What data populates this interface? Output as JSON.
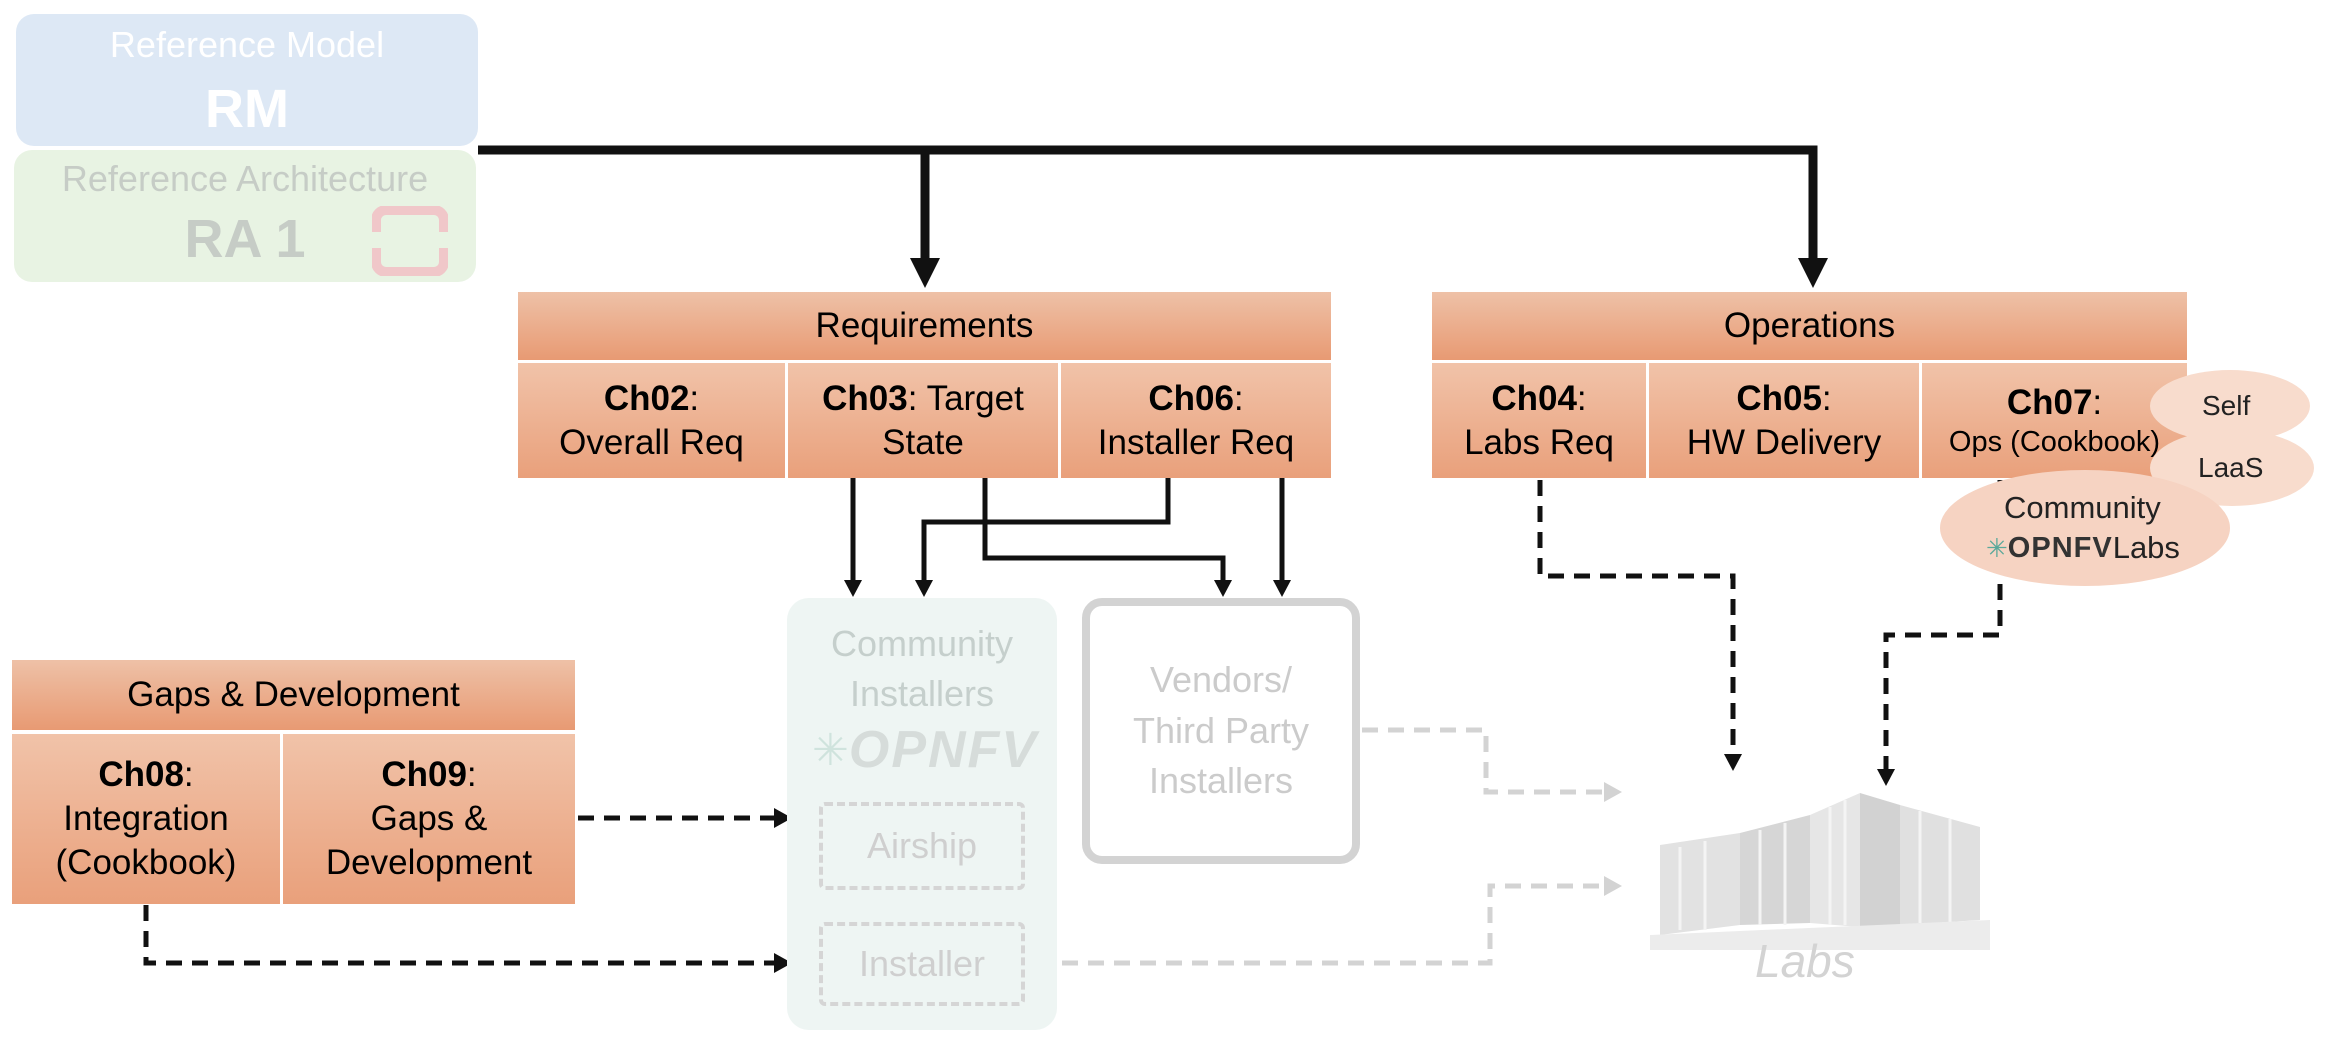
{
  "rm": {
    "title": "Reference Model",
    "abbr": "RM"
  },
  "ra": {
    "title": "Reference Architecture",
    "abbr": "RA 1"
  },
  "requirements": {
    "header": "Requirements",
    "cells": [
      {
        "bold": "Ch02",
        "rest1": ":",
        "line2": "Overall Req"
      },
      {
        "bold": "Ch03",
        "rest1": ": Target",
        "line2": "State"
      },
      {
        "bold": "Ch06",
        "rest1": ":",
        "line2": "Installer Req"
      }
    ]
  },
  "operations": {
    "header": "Operations",
    "cells": [
      {
        "bold": "Ch04",
        "rest1": ":",
        "line2": "Labs Req"
      },
      {
        "bold": "Ch05",
        "rest1": ":",
        "line2": "HW Delivery"
      },
      {
        "bold": "Ch07",
        "rest1": ":",
        "line2": "Ops (Cookbook)"
      }
    ]
  },
  "gaps": {
    "header": "Gaps & Development",
    "cells": [
      {
        "bold": "Ch08",
        "rest1": ":",
        "line2": "Integration",
        "line3": "(Cookbook)"
      },
      {
        "bold": "Ch09",
        "rest1": ":",
        "line2": "Gaps &",
        "line3": "Development"
      }
    ]
  },
  "labs_types": {
    "self": "Self",
    "laas": "LaaS",
    "community": "Community",
    "opnfv": "OPNFV",
    "labs": "Labs"
  },
  "community_installers": {
    "line1": "Community",
    "line2": "Installers",
    "logo": "OPNFV",
    "airship": "Airship",
    "installer": "Installer"
  },
  "vendors": {
    "line1": "Vendors/",
    "line2": "Third Party",
    "line3": "Installers"
  },
  "labs": {
    "label": "Labs"
  },
  "colors": {
    "orange_top": "#eec1a7",
    "orange_bottom": "#e89a73",
    "arrow_black": "#111111",
    "arrow_grey": "#d0d0d0"
  }
}
